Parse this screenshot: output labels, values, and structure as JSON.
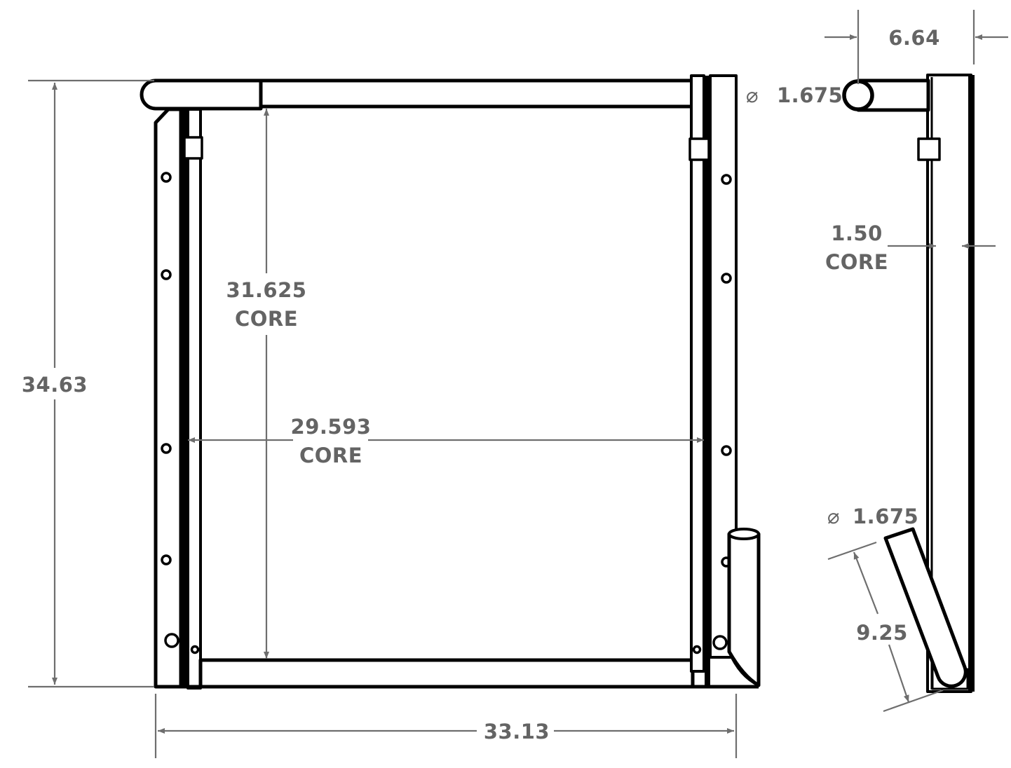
{
  "drawing": {
    "subject": "radiator",
    "views": [
      "front-view",
      "side-view"
    ],
    "colors": {
      "object_line": "#000000",
      "dimension_line": "#6e6e6e",
      "dimension_text": "#646464",
      "background": "#ffffff"
    }
  },
  "dimensions": {
    "overall_height": {
      "value": "34.63"
    },
    "overall_width": {
      "value": "33.13"
    },
    "core_height": {
      "value": "31.625",
      "label": "CORE"
    },
    "core_width": {
      "value": "29.593",
      "label": "CORE"
    },
    "core_depth": {
      "value": "1.50",
      "label": "CORE"
    },
    "inlet_offset": {
      "value": "6.64"
    },
    "inlet_diameter": {
      "symbol": "⌀",
      "value": "1.675"
    },
    "outlet_diameter": {
      "symbol": "⌀",
      "value": "1.675"
    },
    "outlet_length": {
      "value": "9.25"
    }
  }
}
